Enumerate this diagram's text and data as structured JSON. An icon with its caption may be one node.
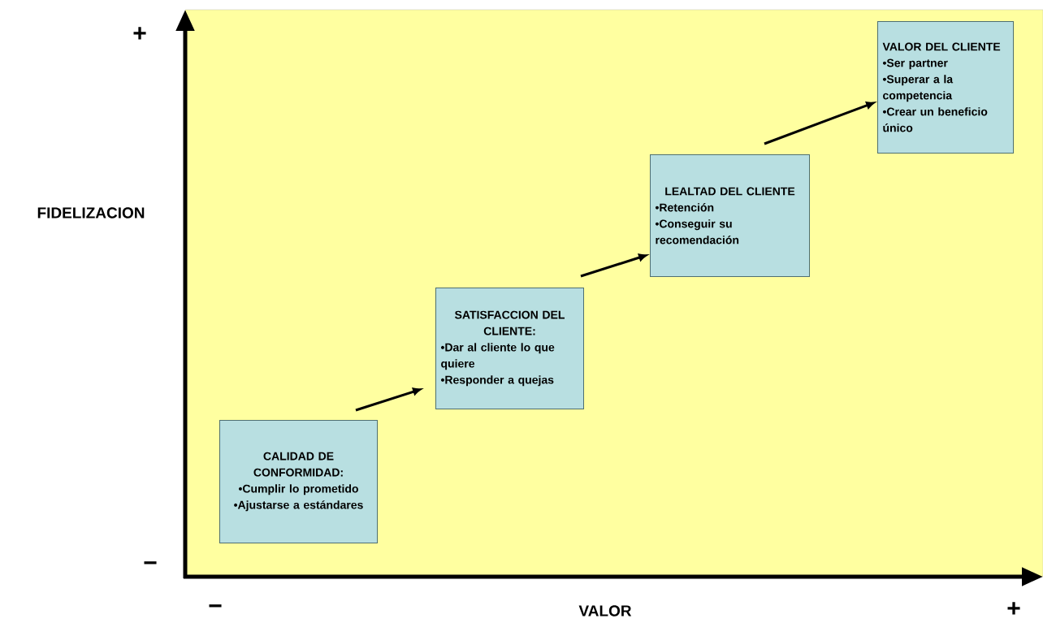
{
  "diagram": {
    "nodes": [
      {
        "text": [
          "CALIDAD DE CONFORMIDAD:",
          "•Cumplir lo prometido",
          "•Ajustarse a estándares"
        ]
      },
      {
        "text": [
          "SATISFACCION DEL CLIENTE:",
          "•Dar al cliente lo que quiere",
          "•Responder a quejas"
        ]
      },
      {
        "text": [
          "LEALTAD DEL CLIENTE",
          "•Retención",
          "•Conseguir su recomendación"
        ]
      },
      {
        "text": [
          "VALOR DEL CLIENTE",
          "•Ser partner",
          "•Superar a la competencia",
          "•Crear un beneficio único"
        ]
      }
    ],
    "edges": [
      {
        "from": 0,
        "to": 1,
        "arrow": "to"
      },
      {
        "from": 1,
        "to": 2,
        "arrow": "to"
      },
      {
        "from": 2,
        "to": 3,
        "arrow": "to"
      }
    ],
    "labels": [
      "+",
      "FIDELIZACION",
      "−",
      "−",
      "VALOR",
      "+"
    ]
  }
}
